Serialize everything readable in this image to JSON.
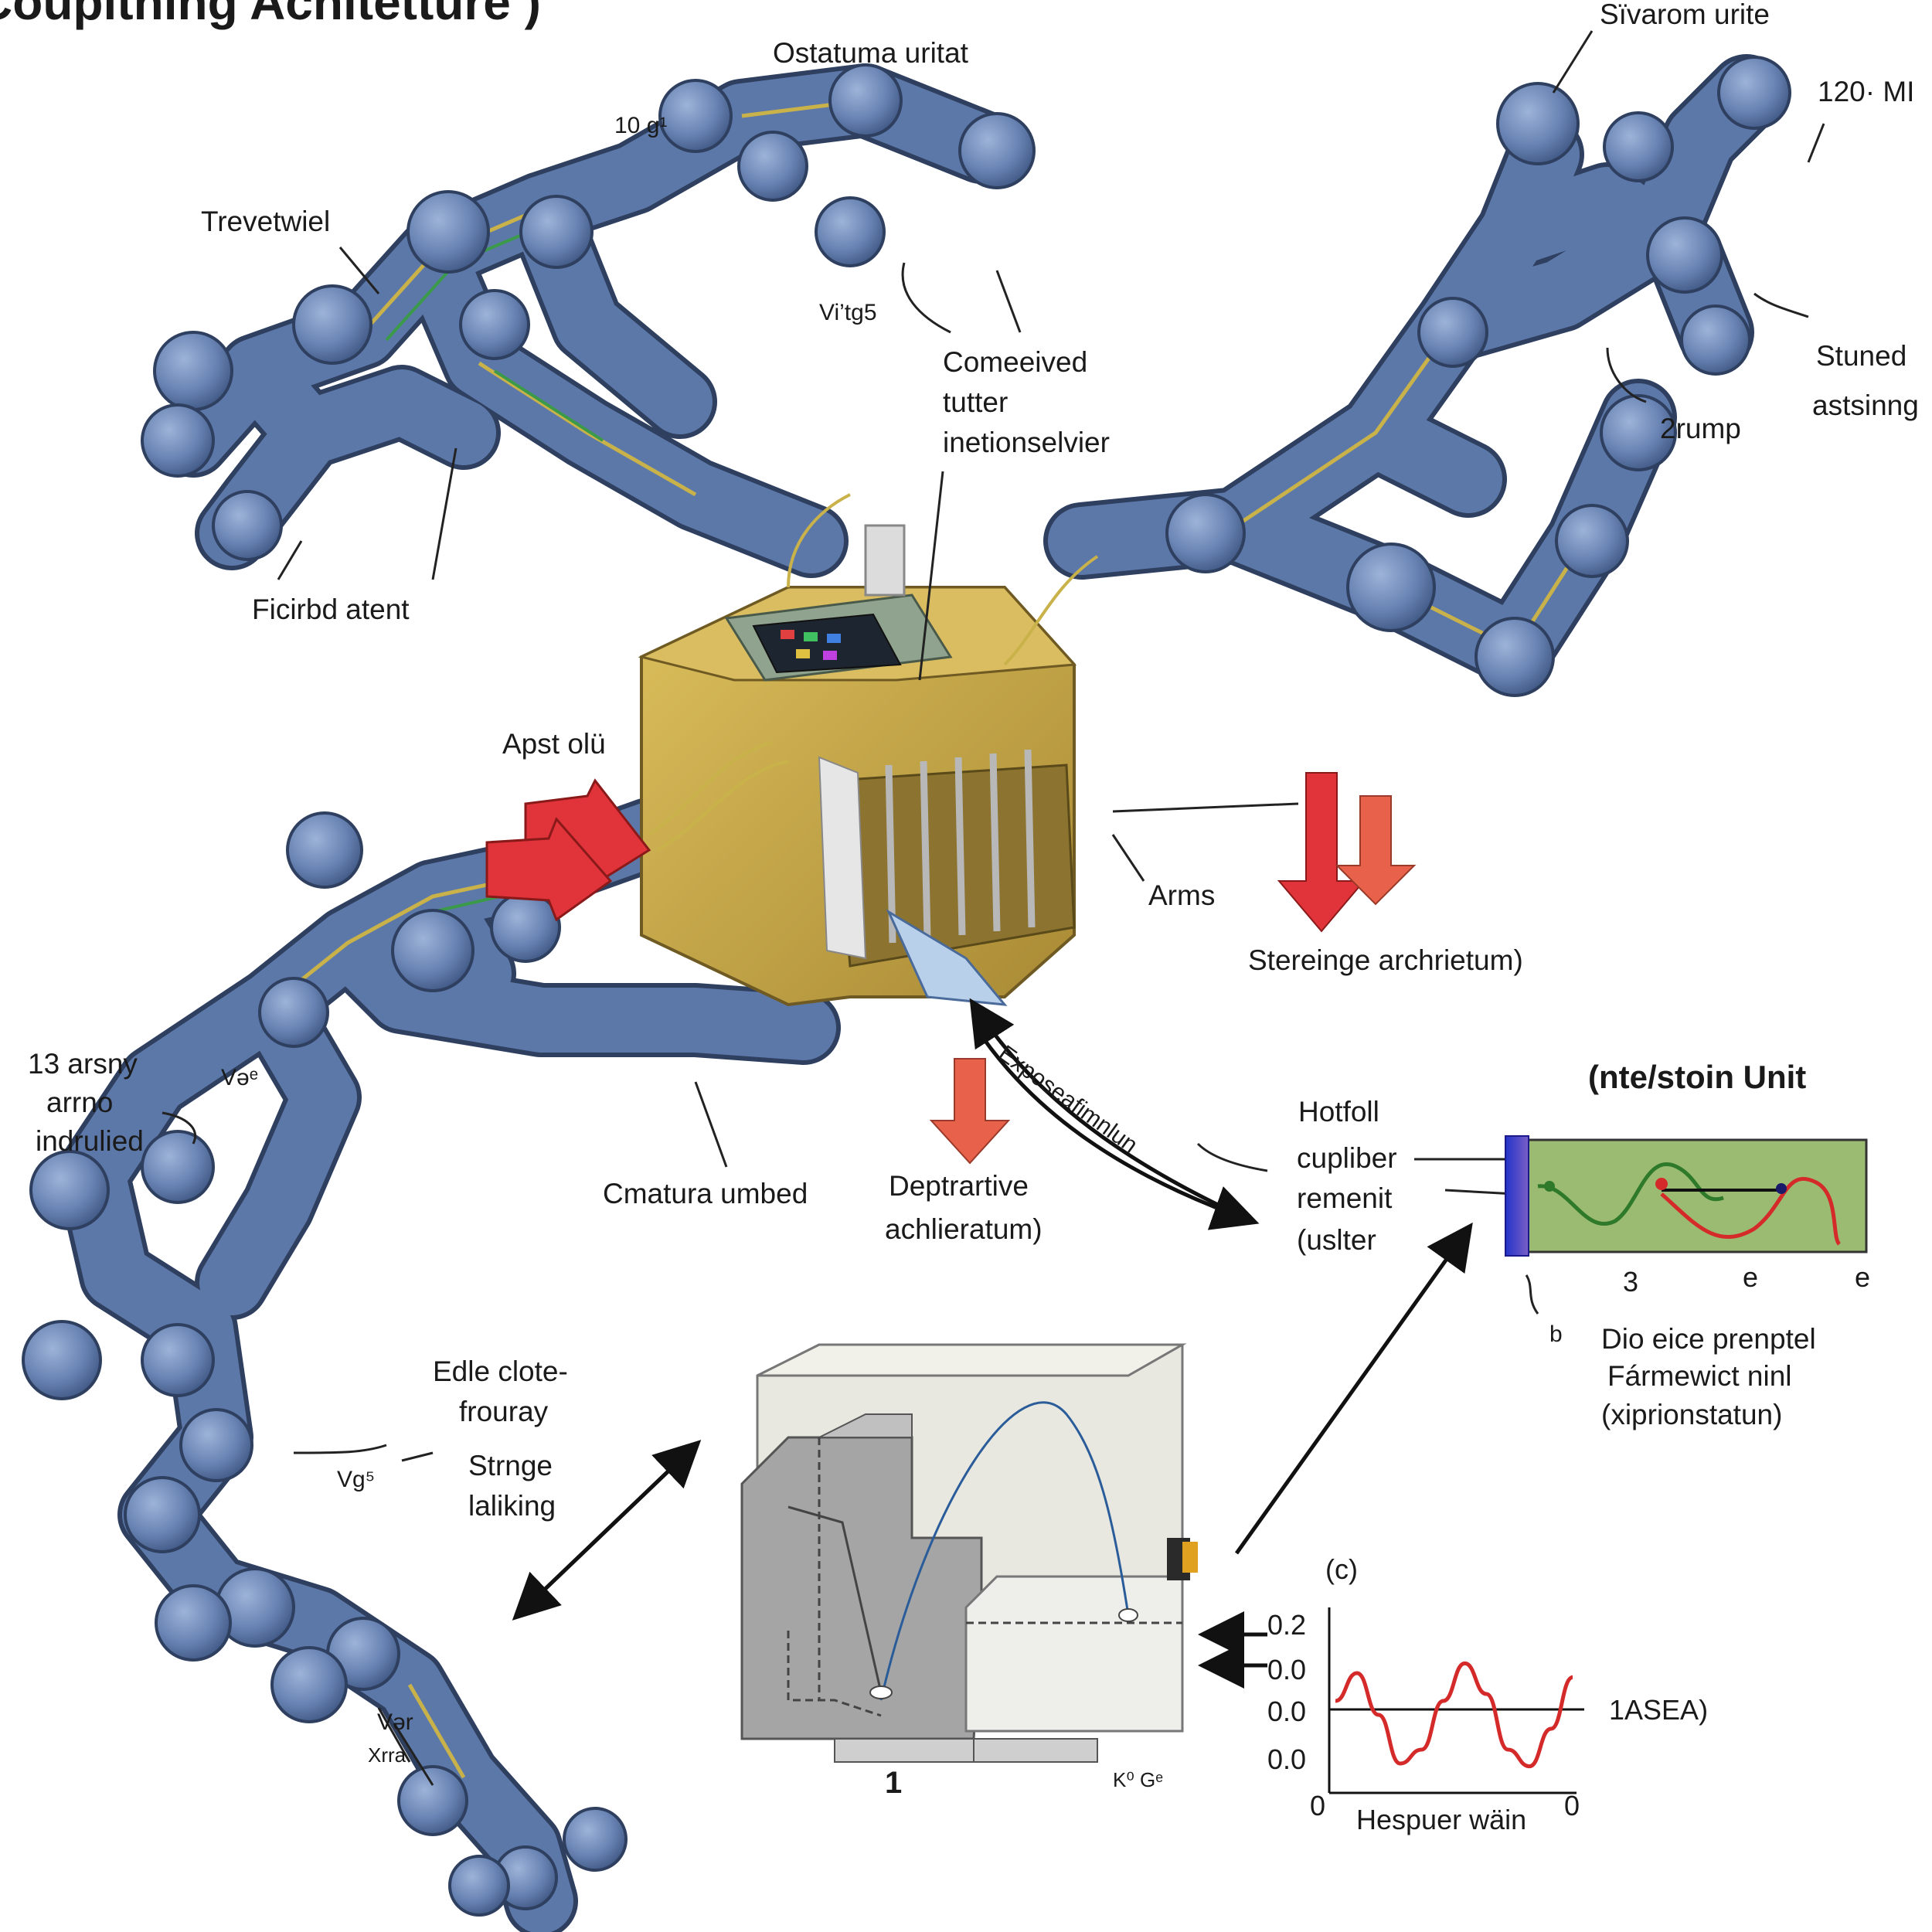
{
  "title": "Couplthing Achitetture )",
  "colors": {
    "arm_joint": "#6b86b6",
    "arm_segment": "#5c78a8",
    "arm_outline": "#2e3f5f",
    "hub_gold": "#c9a646",
    "hub_dark": "#8c7330",
    "panel_gray": "#8fa38f",
    "screen": "#1d2630",
    "arrow_red": "#e0333a",
    "arrow_orange": "#e8614a",
    "inset_green": "#9cbb72",
    "inset_blue_bar": "#2b3bd0",
    "wave_red": "#d42a2a",
    "wave_green": "#2f7a2a",
    "curve_blue": "#2a5c9a"
  },
  "labels": {
    "ostatuma": "Ostatuma uritat",
    "num_top": "10 g¹",
    "trevetwiel": "Trevetwiel",
    "virtgs": "Vi’tg5",
    "comeeived_1": "Comeeived",
    "comeeived_2": "tutter",
    "comeeived_3": "inetionselvier",
    "ficirbd": "Ficirbd atent",
    "apst": "Apst olü",
    "sivarom": "Sïvarom urite",
    "mi120": "120· MI",
    "stuned_1": "Stuned",
    "stuned_2": "astsinng",
    "rump": "2rump",
    "arms": "Arms",
    "stereinge": "Stereinge archrietum)",
    "arsny_1": "13 arsny",
    "arsny_2": "arrno",
    "arsny_3": "indrulied",
    "vge": "Vəᵉ",
    "cmatura": "Cmatura umbed",
    "depirative_1": "Deptrartive",
    "depirative_2": "achlieratum)",
    "exposed": "Exposeafimnlun",
    "hotfoll_1": "Hotfoll",
    "hotfoll_2": "cupliber",
    "hotfoll_3": "remenit",
    "hotfoll_4": "(uslter",
    "edle_1": "Edle clote-",
    "edle_2": "frouray",
    "strnge_1": "Strnge",
    "strnge_2": "laliking",
    "vg5": "Vɡ⁵",
    "vgr": "Vər",
    "xna": "Xrra",
    "one": "1",
    "kg": "K⁰ Gᵉ"
  },
  "inset_top": {
    "title": "(nte/stoin Unit",
    "tick_3": "3",
    "tick_e1": "e",
    "tick_e2": "e",
    "b_label": "b",
    "caption_1": "Dio eice prenptel",
    "caption_2": "Fármewict ninl",
    "caption_3": "(xiprionstatun)"
  },
  "chart_data": {
    "type": "line",
    "title": "(c)",
    "xlabel": "Hespuer wäin",
    "ylabel": "",
    "y_tick_labels": [
      "0.2",
      "0.0",
      "0.0",
      "0.0"
    ],
    "x_tick_labels": [
      "0",
      "0"
    ],
    "annotation": "1ASEA)",
    "grid": false,
    "series": [
      {
        "values": [
          0.55,
          0.75,
          0.45,
          0.1,
          0.2,
          0.55,
          0.82,
          0.6,
          0.2,
          0.08,
          0.35,
          0.72
        ]
      }
    ]
  }
}
